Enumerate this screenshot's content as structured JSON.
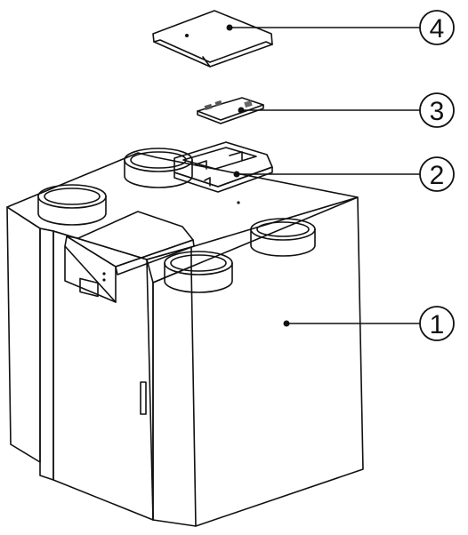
{
  "callouts": [
    {
      "number": "1",
      "part": "unit-housing"
    },
    {
      "number": "2",
      "part": "electronics-tray"
    },
    {
      "number": "3",
      "part": "circuit-board"
    },
    {
      "number": "4",
      "part": "cover-plate"
    }
  ],
  "colors": {
    "line": "#111111",
    "panel_light": "#ffffff",
    "panel_shade": "#ececec",
    "panel_dark": "#d9d9d9"
  }
}
